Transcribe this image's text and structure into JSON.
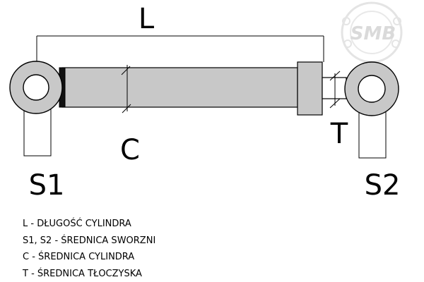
{
  "diagram": {
    "labels": {
      "length": "L",
      "cylinder_diameter": "C",
      "rod_diameter": "T",
      "pin_left": "S1",
      "pin_right": "S2"
    },
    "logo": "SMB",
    "legend": [
      "L - DŁUGOŚĆ CYLINDRA",
      "S1, S2 - ŚREDNICA SWORZNI",
      "C - ŚREDNICA CYLINDRA",
      "T - ŚREDNICA TŁOCZYSKA"
    ],
    "colors": {
      "body_fill": "#c8c8c8",
      "stroke": "#000000",
      "logo": "#d9d9d9"
    }
  }
}
